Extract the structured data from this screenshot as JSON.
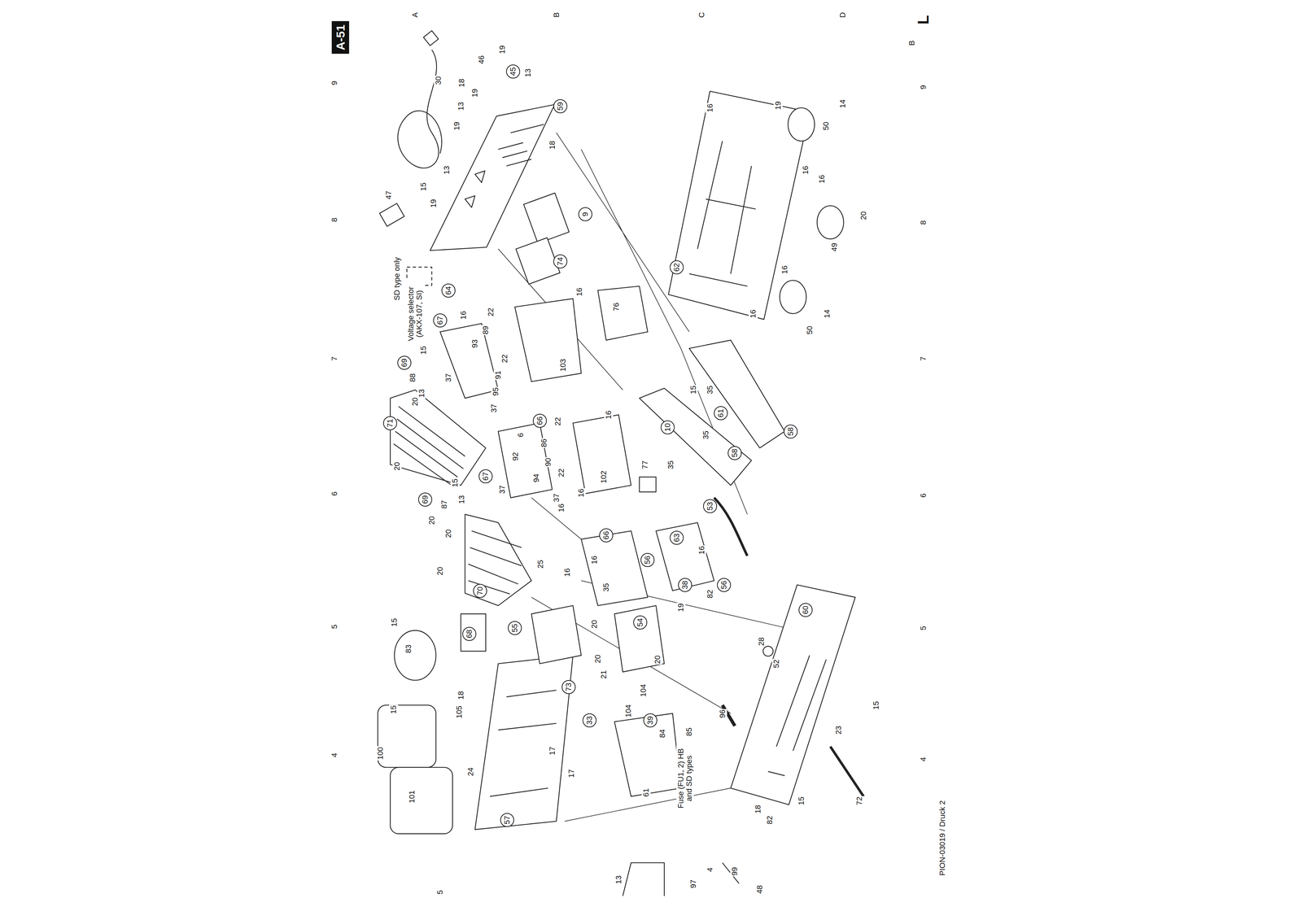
{
  "diagram": {
    "labels": [
      "A-51",
      "A",
      "B",
      "C",
      "D",
      "L",
      "B",
      "9",
      "8",
      "7",
      "6",
      "5",
      "4",
      "9",
      "8",
      "7",
      "6",
      "5",
      "4",
      "5",
      "PION-03019 / Druck 2",
      "19",
      "46",
      "45",
      "13",
      "30",
      "18",
      "19",
      "13",
      "59",
      "19",
      "18",
      "13",
      "15",
      "19",
      "47",
      "9",
      "74",
      "64",
      "SD type only",
      "Voltage selector (AKX-107, SI)",
      "67",
      "16",
      "22",
      "89",
      "93",
      "16",
      "76",
      "103",
      "69",
      "15",
      "88",
      "13",
      "37",
      "22",
      "91",
      "95",
      "20",
      "37",
      "71",
      "66",
      "22",
      "6",
      "86",
      "92",
      "20",
      "67",
      "37",
      "90",
      "22",
      "94",
      "16",
      "102",
      "16",
      "37",
      "15",
      "69",
      "87",
      "13",
      "20",
      "20",
      "16",
      "66",
      "70",
      "25",
      "16",
      "20",
      "35",
      "16",
      "56",
      "63",
      "16",
      "82",
      "38",
      "19",
      "56",
      "10",
      "15",
      "35",
      "61",
      "35",
      "58",
      "77",
      "35",
      "53",
      "58",
      "16",
      "19",
      "50",
      "14",
      "16",
      "16",
      "62",
      "16",
      "49",
      "20",
      "16",
      "50",
      "14",
      "55",
      "20",
      "54",
      "20",
      "21",
      "20",
      "73",
      "104",
      "104",
      "39",
      "33",
      "84",
      "85",
      "83",
      "15",
      "15",
      "68",
      "18",
      "105",
      "100",
      "101",
      "24",
      "57",
      "17",
      "17",
      "61",
      "Fuse (FU1, 2) HB and SD types",
      "28",
      "52",
      "60",
      "96",
      "15",
      "23",
      "15",
      "18",
      "82",
      "72",
      "13",
      "97",
      "4",
      "99",
      "48"
    ]
  }
}
